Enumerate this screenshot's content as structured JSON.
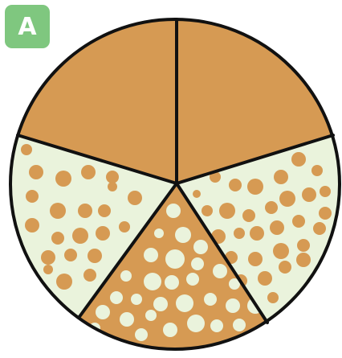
{
  "badge": {
    "label": "A",
    "color": "#7fc77f"
  },
  "colors": {
    "brown": "#d69a53",
    "cream": "#eaf3dc",
    "outline": "#111111"
  },
  "sections": [
    {
      "name": "top-left",
      "fill": "brown",
      "spots": "none"
    },
    {
      "name": "top-right",
      "fill": "brown",
      "spots": "none"
    },
    {
      "name": "right",
      "fill": "cream",
      "spots": "brown"
    },
    {
      "name": "bottom",
      "fill": "brown",
      "spots": "cream"
    },
    {
      "name": "left",
      "fill": "cream",
      "spots": "brown"
    }
  ]
}
